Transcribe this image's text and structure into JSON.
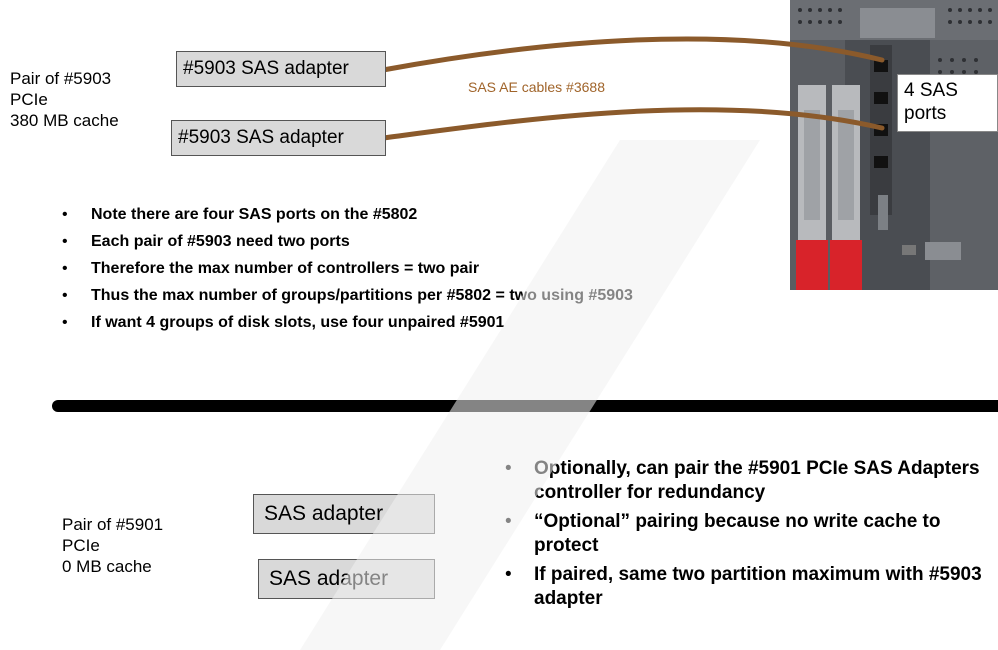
{
  "top": {
    "pair_label": [
      "Pair of #5903",
      "PCIe",
      "380 MB cache"
    ],
    "adapter1": "#5903 SAS adapter",
    "adapter2": "#5903 SAS adapter",
    "cable_label": "SAS AE cables #3688",
    "ports_callout": [
      "4 SAS",
      "ports"
    ],
    "bullets": [
      "Note there are four SAS ports on the #5802",
      "Each pair of #5903 need two ports",
      "Therefore the max number of controllers = two pair",
      "Thus the max number of groups/partitions per #5802 = two using #5903",
      "If want 4 groups of disk slots, use four unpaired #5901"
    ]
  },
  "bottom": {
    "pair_label": [
      "Pair of #5901",
      "PCIe",
      "0 MB cache"
    ],
    "adapter1": "SAS adapter",
    "adapter2": "SAS adapter",
    "bullets": [
      "Optionally, can pair the #5901 PCIe SAS Adapters controller for redundancy",
      "“Optional” pairing because no write cache to protect",
      "If paired, same two partition maximum with #5903 adapter"
    ]
  },
  "colors": {
    "cable": "#8b5a2b",
    "cable_label": "#a0642a",
    "divider": "#000000",
    "box_fill": "#d9d9d9"
  }
}
